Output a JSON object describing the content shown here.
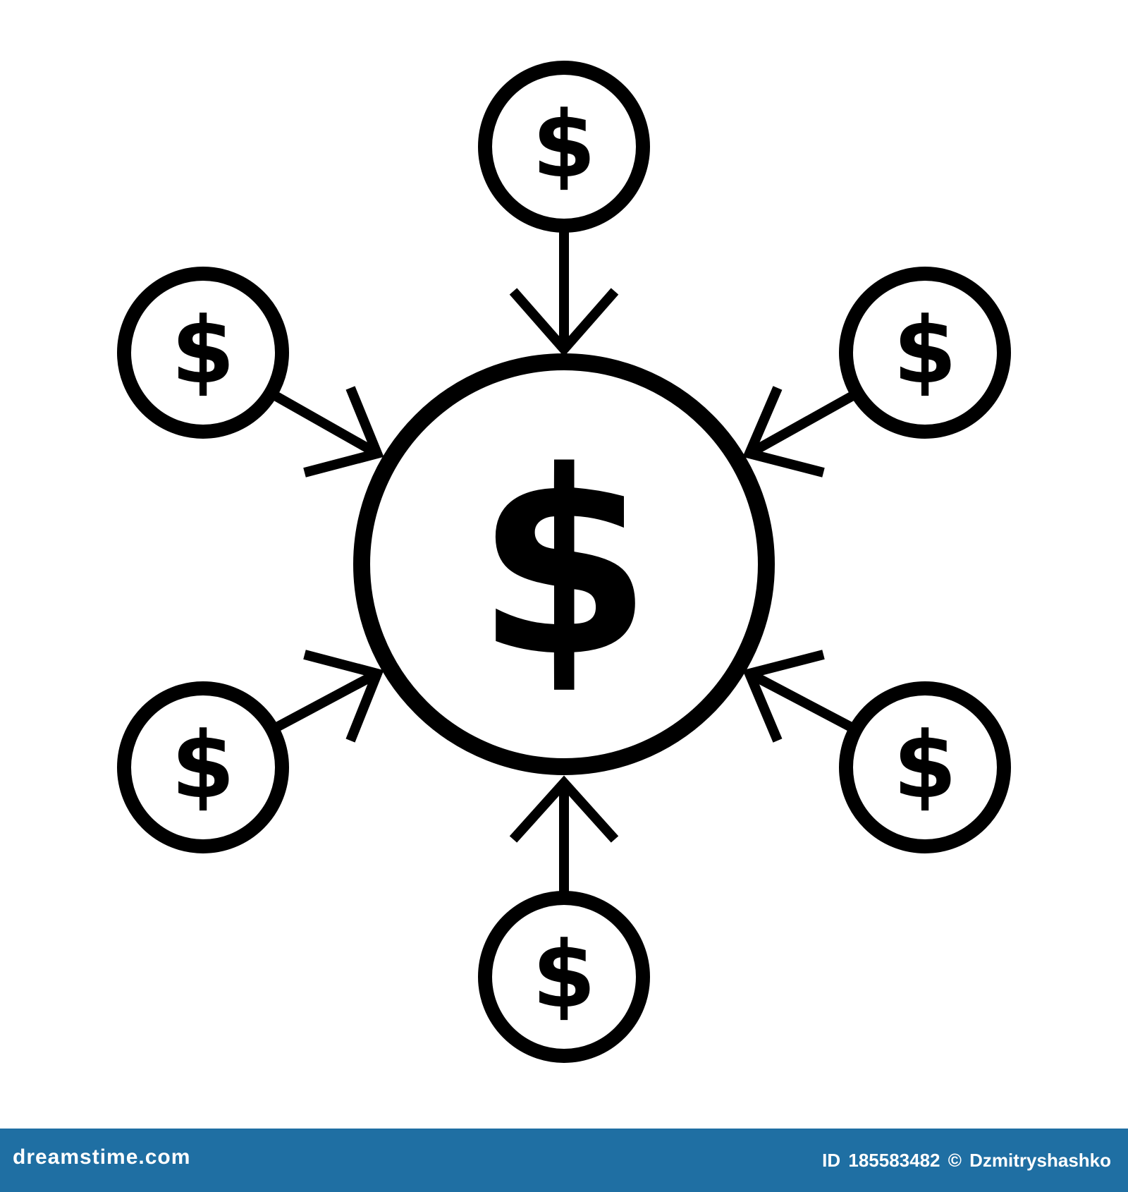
{
  "diagram": {
    "hub_symbol": "$",
    "node_symbol": "$",
    "node_count": 6,
    "flow_direction": "inward",
    "stroke_color": "#000000",
    "background_color": "#ffffff"
  },
  "footer": {
    "brand": "dreamstime.com",
    "id_label": "ID",
    "id_value": "185583482",
    "copyright": "©",
    "author": "Dzmitryshashko",
    "background_color": "#1f6fa3"
  }
}
